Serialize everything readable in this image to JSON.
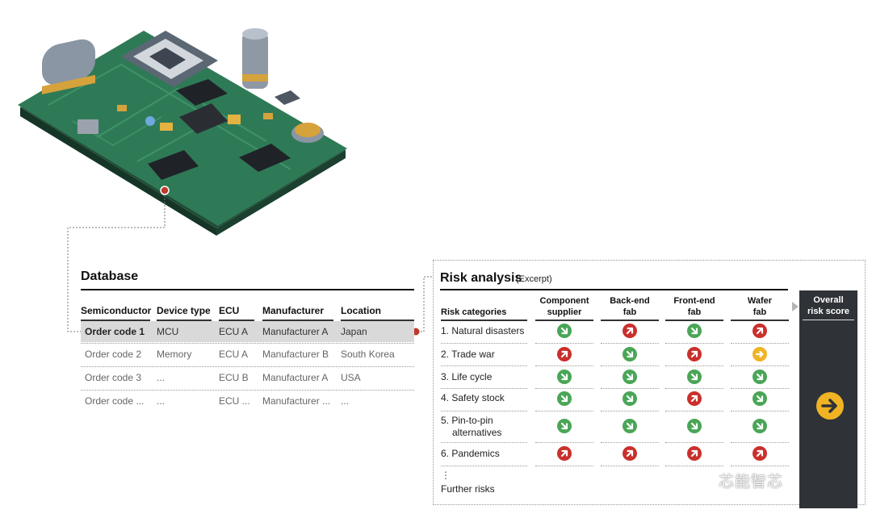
{
  "database": {
    "title": "Database",
    "columns": [
      "Semiconductor",
      "Device type",
      "ECU",
      "Manufacturer",
      "Location"
    ],
    "rows": [
      [
        "Order code 1",
        "MCU",
        "ECU A",
        "Manufacturer A",
        "Japan"
      ],
      [
        "Order code 2",
        "Memory",
        "ECU A",
        "Manufacturer B",
        "South Korea"
      ],
      [
        "Order code 3",
        "...",
        "ECU B",
        "Manufacturer A",
        "USA"
      ],
      [
        "Order code ...",
        "...",
        "ECU ...",
        "Manufacturer ...",
        "..."
      ]
    ],
    "selected_row": 0
  },
  "risk": {
    "title": "Risk analysis",
    "subtitle": "(Excerpt)",
    "category_header": "Risk categories",
    "columns": [
      {
        "line1": "Component",
        "line2": "supplier"
      },
      {
        "line1": "Back-end",
        "line2": "fab"
      },
      {
        "line1": "Front-end",
        "line2": "fab"
      },
      {
        "line1": "Wafer",
        "line2": "fab"
      }
    ],
    "rows": [
      {
        "line1": "1. Natural disasters",
        "line2": "",
        "ratings": [
          "down",
          "up",
          "down",
          "up"
        ]
      },
      {
        "line1": "2. Trade war",
        "line2": "",
        "ratings": [
          "up",
          "down",
          "up",
          "right"
        ]
      },
      {
        "line1": "3. Life cycle",
        "line2": "",
        "ratings": [
          "down",
          "down",
          "down",
          "down"
        ]
      },
      {
        "line1": "4. Safety stock",
        "line2": "",
        "ratings": [
          "down",
          "down",
          "up",
          "down"
        ]
      },
      {
        "line1": "5. Pin-to-pin",
        "line2": "alternatives",
        "ratings": [
          "down",
          "down",
          "down",
          "down"
        ]
      },
      {
        "line1": "6. Pandemics",
        "line2": "",
        "ratings": [
          "up",
          "up",
          "up",
          "up"
        ]
      }
    ],
    "more_marker": "⋮",
    "further_label": "Further risks",
    "overall": {
      "line1": "Overall",
      "line2": "risk score",
      "rating": "right"
    }
  },
  "rating_colors": {
    "down": "#4aa657",
    "up": "#c9302c",
    "right": "#f0b323"
  },
  "watermark": "芯能智芯"
}
